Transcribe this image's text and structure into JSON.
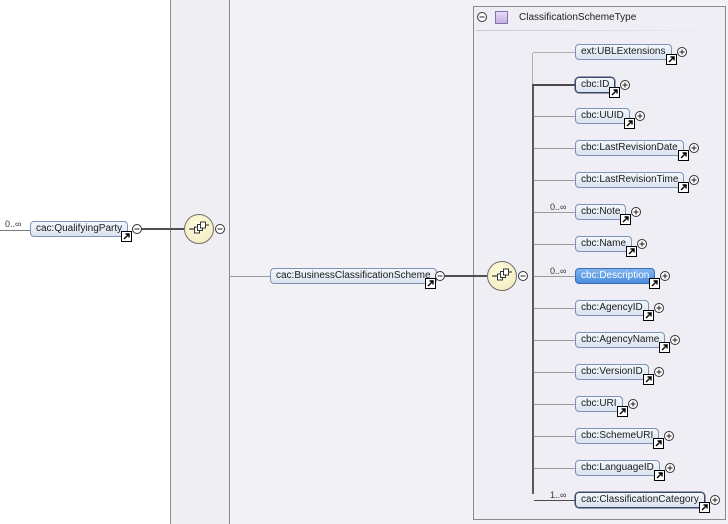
{
  "left_node": {
    "label": "cac:QualifyingParty",
    "cardinality": "0..∞"
  },
  "middle_node": {
    "label": "cac:BusinessClassificationScheme"
  },
  "type_box": {
    "title": "ClassificationSchemeType"
  },
  "children": [
    {
      "id": "ext-ublextensions",
      "label": "ext:UBLExtensions",
      "cardinality": "",
      "required": false,
      "selected": false
    },
    {
      "id": "cbc-id",
      "label": "cbc:ID",
      "cardinality": "",
      "required": true,
      "selected": false
    },
    {
      "id": "cbc-uuid",
      "label": "cbc:UUID",
      "cardinality": "",
      "required": false,
      "selected": false
    },
    {
      "id": "cbc-lastrevisiondate",
      "label": "cbc:LastRevisionDate",
      "cardinality": "",
      "required": false,
      "selected": false
    },
    {
      "id": "cbc-lastrevisiontime",
      "label": "cbc:LastRevisionTime",
      "cardinality": "",
      "required": false,
      "selected": false
    },
    {
      "id": "cbc-note",
      "label": "cbc:Note",
      "cardinality": "0..∞",
      "required": false,
      "selected": false
    },
    {
      "id": "cbc-name",
      "label": "cbc:Name",
      "cardinality": "",
      "required": false,
      "selected": false
    },
    {
      "id": "cbc-description",
      "label": "cbc:Description",
      "cardinality": "0..∞",
      "required": false,
      "selected": true
    },
    {
      "id": "cbc-agencyid",
      "label": "cbc:AgencyID",
      "cardinality": "",
      "required": false,
      "selected": false
    },
    {
      "id": "cbc-agencyname",
      "label": "cbc:AgencyName",
      "cardinality": "",
      "required": false,
      "selected": false
    },
    {
      "id": "cbc-versionid",
      "label": "cbc:VersionID",
      "cardinality": "",
      "required": false,
      "selected": false
    },
    {
      "id": "cbc-uri",
      "label": "cbc:URI",
      "cardinality": "",
      "required": false,
      "selected": false
    },
    {
      "id": "cbc-schemeuri",
      "label": "cbc:SchemeURI",
      "cardinality": "",
      "required": false,
      "selected": false
    },
    {
      "id": "cbc-languageid",
      "label": "cbc:LanguageID",
      "cardinality": "",
      "required": false,
      "selected": false
    },
    {
      "id": "cac-classificationcategory",
      "label": "cac:ClassificationCategory",
      "cardinality": "1..∞",
      "required": true,
      "selected": false
    }
  ]
}
